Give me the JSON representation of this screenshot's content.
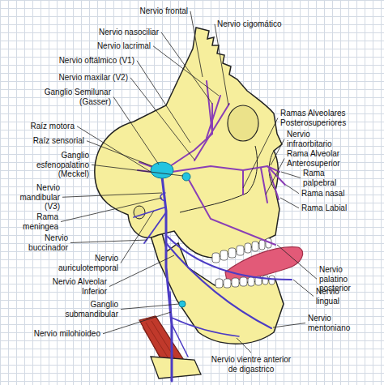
{
  "diagram": {
    "labels": [
      "Nervio frontal",
      "Nervio nasociliar",
      "Nervio lacrimal",
      "Nervio oftálmico (V1)",
      "Nervio maxilar (V2)",
      "Ganglio Semilunar (Gasser)",
      "Raíz motora",
      "Raíz sensorial",
      "Ganglio esfenopalatino (Meckel)",
      "Nervio mandibular (V3)",
      "Rama meningea",
      "Nervio buccinador",
      "Nervio auriculotemporal",
      "Nervio Alveolar Inferior",
      "Ganglio submandibular",
      "Nervio milohioideo",
      "Nervio vientre anterior de digastrico",
      "Nervio cigomático",
      "Ramas Alveolares Posterosuperiores",
      "Nervio infraorbitario",
      "Rama Alveolar Anterosuperior",
      "Rama palpebral",
      "Rama nasal",
      "Rama Labial",
      "Nervio palatino posterior",
      "Nervio lingual",
      "Nervio mentoniano"
    ]
  }
}
